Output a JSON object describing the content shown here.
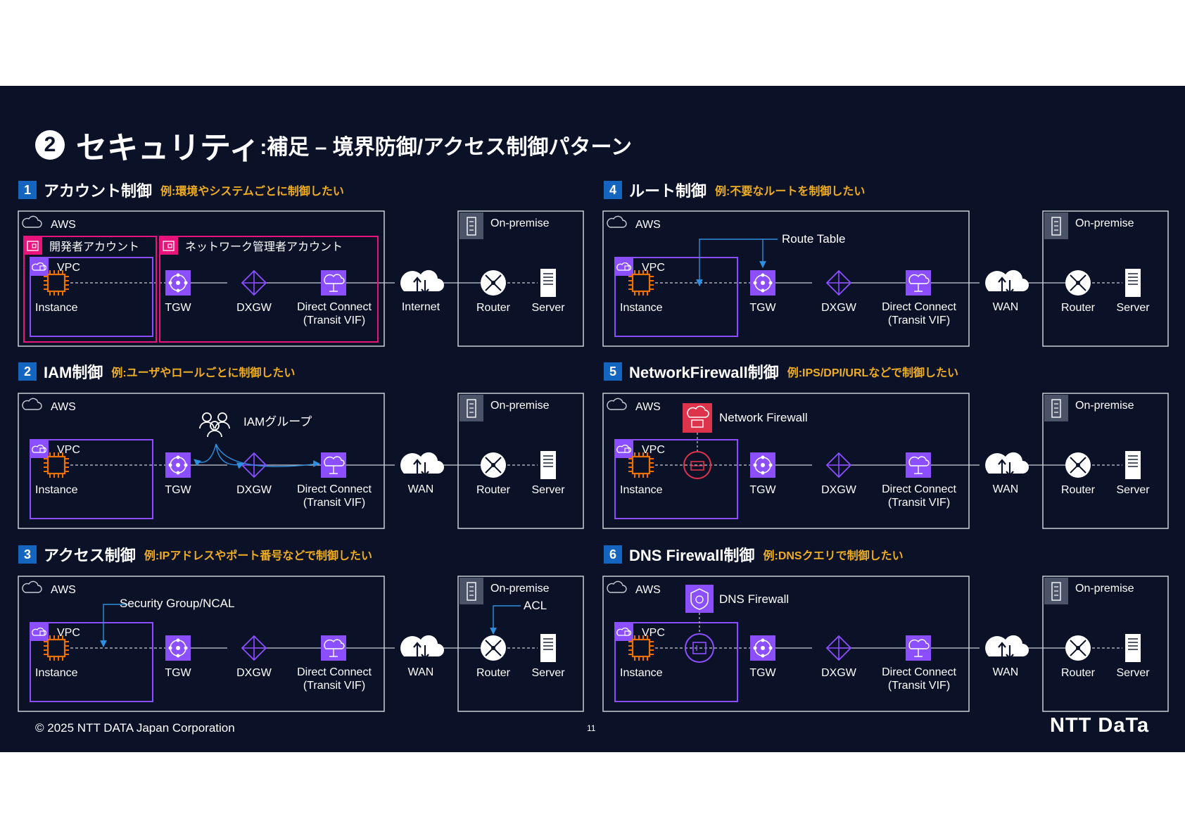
{
  "title": {
    "number": "2",
    "main": "セキュリティ",
    "sub": ":補足 – 境界防御/アクセス制御パターン"
  },
  "common": {
    "aws": "AWS",
    "onprem": "On-premise",
    "vpc": "VPC",
    "instance": "Instance",
    "tgw": "TGW",
    "dxgw": "DXGW",
    "dc1": "Direct Connect",
    "dc2": "(Transit VIF)",
    "wan": "WAN",
    "internet": "Internet",
    "router": "Router",
    "server": "Server"
  },
  "patterns": [
    {
      "num": "1",
      "name": "アカウント制御",
      "example": "例:環境やシステムごとに制御したい",
      "labels": {
        "dev_account": "開発者アカウント",
        "net_account": "ネットワーク管理者アカウント"
      }
    },
    {
      "num": "2",
      "name": "IAM制御",
      "example": "例:ユーザやロールごとに制御したい",
      "labels": {
        "iam_group": "IAMグループ"
      }
    },
    {
      "num": "3",
      "name": "アクセス制御",
      "example": "例:IPアドレスやポート番号などで制御したい",
      "labels": {
        "sg": "Security Group/NCAL",
        "acl": "ACL"
      }
    },
    {
      "num": "4",
      "name": "ルート制御",
      "example": "例:不要なルートを制御したい",
      "labels": {
        "route_table": "Route Table"
      }
    },
    {
      "num": "5",
      "name": "NetworkFirewall制御",
      "example": "例:IPS/DPI/URLなどで制御したい",
      "labels": {
        "nfw": "Network Firewall"
      }
    },
    {
      "num": "6",
      "name": "DNS Firewall制御",
      "example": "例:DNSクエリで制御したい",
      "labels": {
        "dnsfw": "DNS Firewall"
      }
    }
  ],
  "footer": {
    "copyright": "© 2025 NTT DATA Japan Corporation",
    "page": "11",
    "logo": "NTT DaTa"
  },
  "colors": {
    "background": "#0b1228",
    "accent_purple": "#8c4fff",
    "account_pink": "#e7157b",
    "instance_orange": "#ed7100",
    "badge_blue": "#1465c0",
    "example_yellow": "#f0ad22",
    "firewall_red": "#dd344c",
    "arrow_blue": "#2f8fe0"
  }
}
